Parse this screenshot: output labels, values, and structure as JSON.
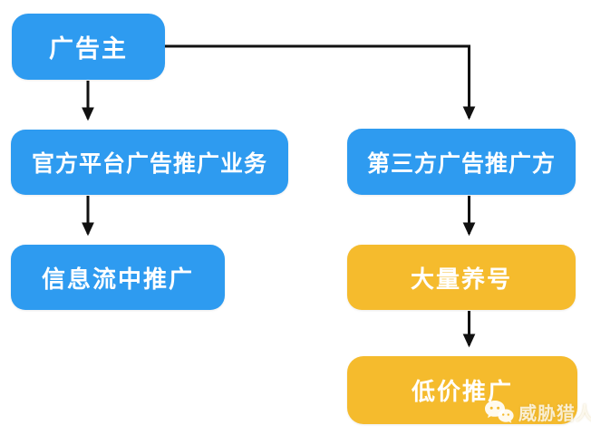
{
  "diagram": {
    "nodes": [
      {
        "id": "advertiser",
        "label": "广告主",
        "color": "#2E9BF0"
      },
      {
        "id": "official-platform-ads",
        "label": "官方平台广告推广业务",
        "color": "#2E9BF0"
      },
      {
        "id": "feed-promotion",
        "label": "信息流中推广",
        "color": "#2E9BF0"
      },
      {
        "id": "third-party-promoter",
        "label": "第三方广告推广方",
        "color": "#2E9BF0"
      },
      {
        "id": "mass-account-farming",
        "label": "大量养号",
        "color": "#F5BB2D"
      },
      {
        "id": "low-price-promotion",
        "label": "低价推广",
        "color": "#F5BB2D"
      }
    ],
    "edges": [
      {
        "from": "advertiser",
        "to": "official-platform-ads"
      },
      {
        "from": "advertiser",
        "to": "third-party-promoter"
      },
      {
        "from": "official-platform-ads",
        "to": "feed-promotion"
      },
      {
        "from": "third-party-promoter",
        "to": "mass-account-farming"
      },
      {
        "from": "mass-account-farming",
        "to": "low-price-promotion"
      }
    ],
    "colors": {
      "blue": "#2E9BF0",
      "orange": "#F5BB2D",
      "arrow": "#111111",
      "node_text": "#FFFFFF"
    }
  },
  "watermark": {
    "label": "威胁猎人",
    "icon": "wechat-icon"
  }
}
